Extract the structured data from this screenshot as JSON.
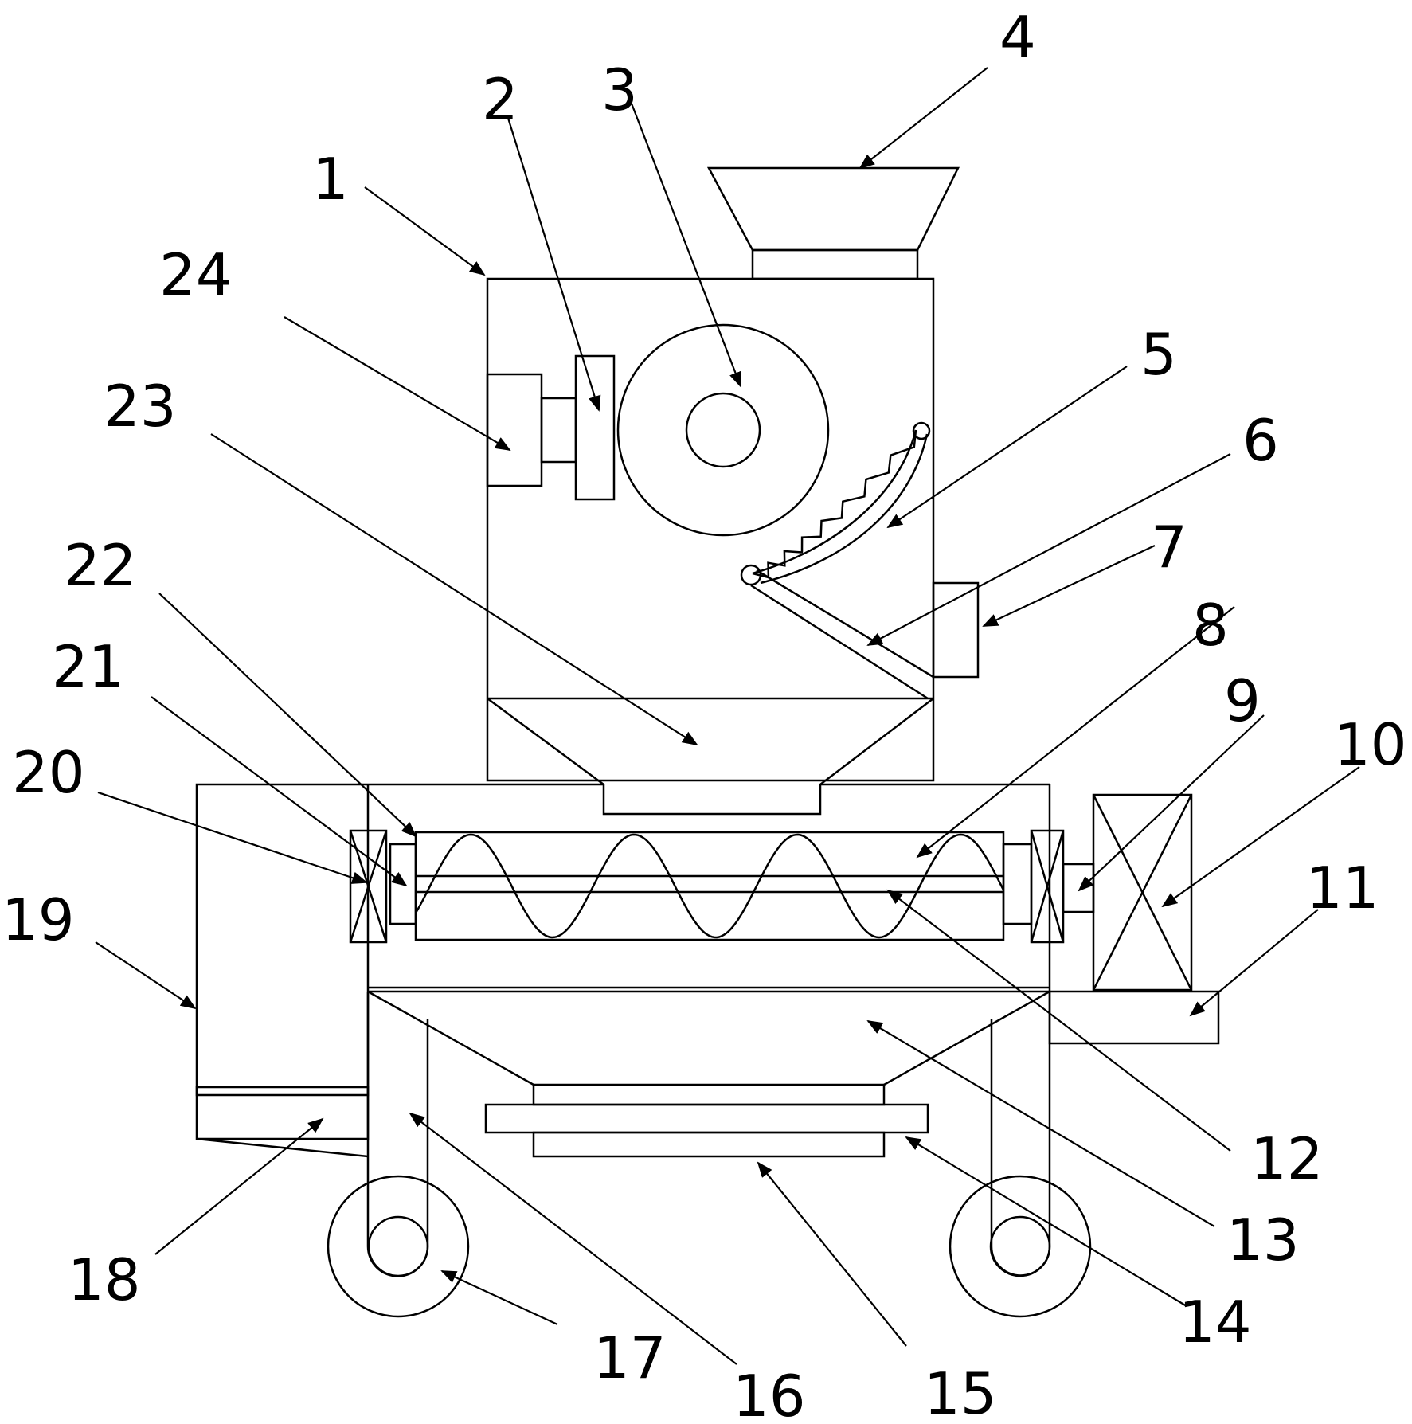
{
  "figure": {
    "background": "#ffffff",
    "stroke_color": "#000000",
    "labels": [
      {
        "id": "l1",
        "text": "1"
      },
      {
        "id": "l2",
        "text": "2"
      },
      {
        "id": "l3",
        "text": "3"
      },
      {
        "id": "l4",
        "text": "4"
      },
      {
        "id": "l5",
        "text": "5"
      },
      {
        "id": "l6",
        "text": "6"
      },
      {
        "id": "l7",
        "text": "7"
      },
      {
        "id": "l8",
        "text": "8"
      },
      {
        "id": "l9",
        "text": "9"
      },
      {
        "id": "l10",
        "text": "10"
      },
      {
        "id": "l11",
        "text": "11"
      },
      {
        "id": "l12",
        "text": "12"
      },
      {
        "id": "l13",
        "text": "13"
      },
      {
        "id": "l14",
        "text": "14"
      },
      {
        "id": "l15",
        "text": "15"
      },
      {
        "id": "l16",
        "text": "16"
      },
      {
        "id": "l17",
        "text": "17"
      },
      {
        "id": "l18",
        "text": "18"
      },
      {
        "id": "l19",
        "text": "19"
      },
      {
        "id": "l20",
        "text": "20"
      },
      {
        "id": "l21",
        "text": "21"
      },
      {
        "id": "l22",
        "text": "22"
      },
      {
        "id": "l23",
        "text": "23"
      },
      {
        "id": "l24",
        "text": "24"
      }
    ]
  }
}
